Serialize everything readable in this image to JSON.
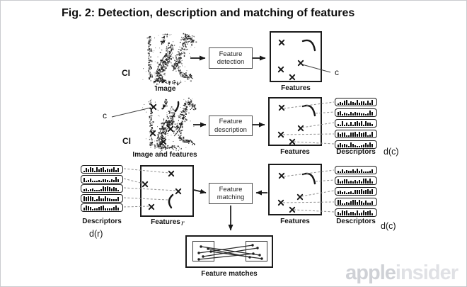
{
  "title": "Fig. 2: Detection, description and matching of features",
  "row1": {
    "ci": "CI",
    "image_label": "Image",
    "process": "Feature detection",
    "features_label": "Features",
    "c": "c"
  },
  "row2": {
    "c": "c",
    "ci": "CI",
    "image_label": "Image and features",
    "process": "Feature description",
    "features_label": "Features",
    "descriptors_label": "Descriptors",
    "dc": "d(c)"
  },
  "row3": {
    "descriptors_label": "Descriptors",
    "dr": "d(r)",
    "features_label": "Features",
    "r": "r",
    "process": "Feature matching",
    "right_features_label": "Features",
    "right_descriptors_label": "Descriptors",
    "dc": "d(c)",
    "matches_label": "Feature matches"
  },
  "watermark": {
    "apple": "apple",
    "insider": "insider"
  },
  "colors": {
    "ink": "#161616",
    "dashed_line": "#8f8f8f",
    "callout_line": "#3f3f3f",
    "page_border": "#cacbcf",
    "watermark_apple": "#cfd1d6",
    "watermark_insider": "#e0e1e5"
  }
}
